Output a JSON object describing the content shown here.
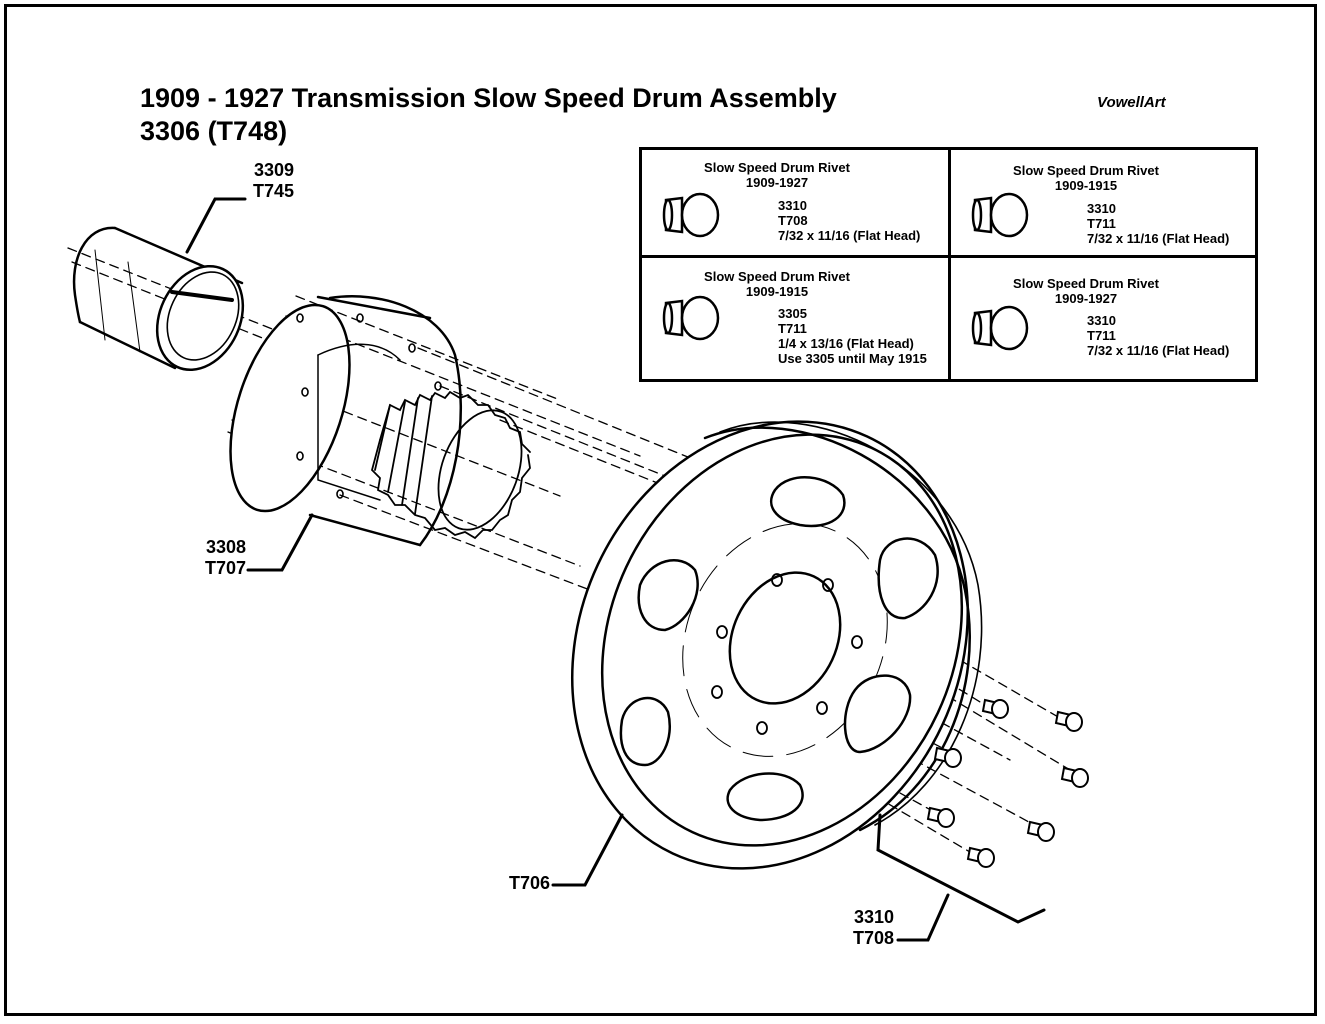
{
  "title_line1": "1909 - 1927 Transmission Slow Speed Drum Assembly",
  "title_line2": "3306 (T748)",
  "credit": "VowellArt",
  "callouts": {
    "bushing": {
      "line1": "3309",
      "line2": "T745"
    },
    "hub": {
      "line1": "3308",
      "line2": "T707"
    },
    "drum": {
      "line1": "T706"
    },
    "rivets": {
      "line1": "3310",
      "line2": "T708"
    }
  },
  "rivet_table": [
    {
      "heading": "Slow Speed Drum Rivet",
      "years": "1909-1927",
      "part": "3310",
      "ford": "T708",
      "size": "7/32 x 11/16 (Flat Head)",
      "note": ""
    },
    {
      "heading": "Slow Speed Drum Rivet",
      "years": "1909-1915",
      "part": "3310",
      "ford": "T711",
      "size": "7/32 x 11/16 (Flat Head)",
      "note": ""
    },
    {
      "heading": "Slow Speed Drum Rivet",
      "years": "1909-1915",
      "part": "3305",
      "ford": "T711",
      "size": "1/4 x 13/16 (Flat Head)",
      "note": "Use 3305 until May 1915"
    },
    {
      "heading": "Slow Speed Drum Rivet",
      "years": "1909-1927",
      "part": "3310",
      "ford": "T711",
      "size": "7/32 x 11/16 (Flat Head)",
      "note": ""
    }
  ]
}
